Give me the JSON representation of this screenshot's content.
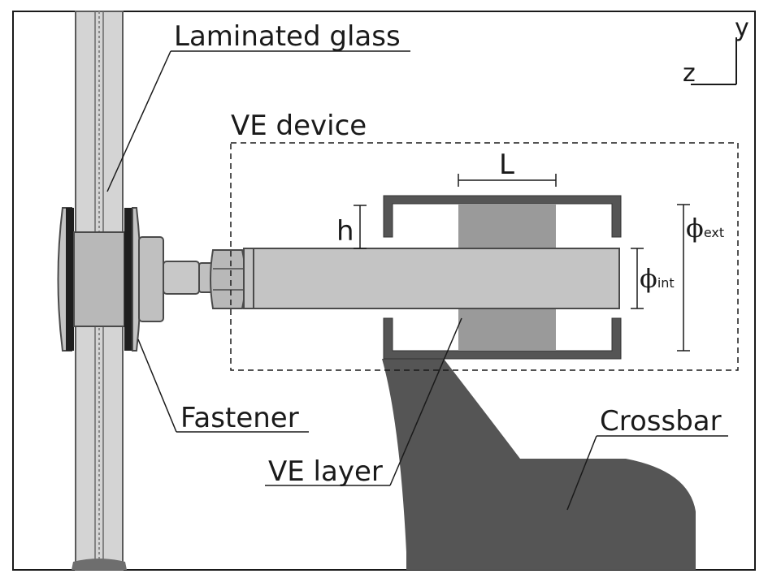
{
  "labels": {
    "laminated_glass": "Laminated glass",
    "ve_device": "VE device",
    "fastener": "Fastener",
    "ve_layer": "VE layer",
    "crossbar": "Crossbar",
    "length": "L",
    "height": "h",
    "phi": "ϕ",
    "int_sub": "int",
    "ext_sub": "ext",
    "axis_y": "y",
    "axis_z": "z"
  }
}
